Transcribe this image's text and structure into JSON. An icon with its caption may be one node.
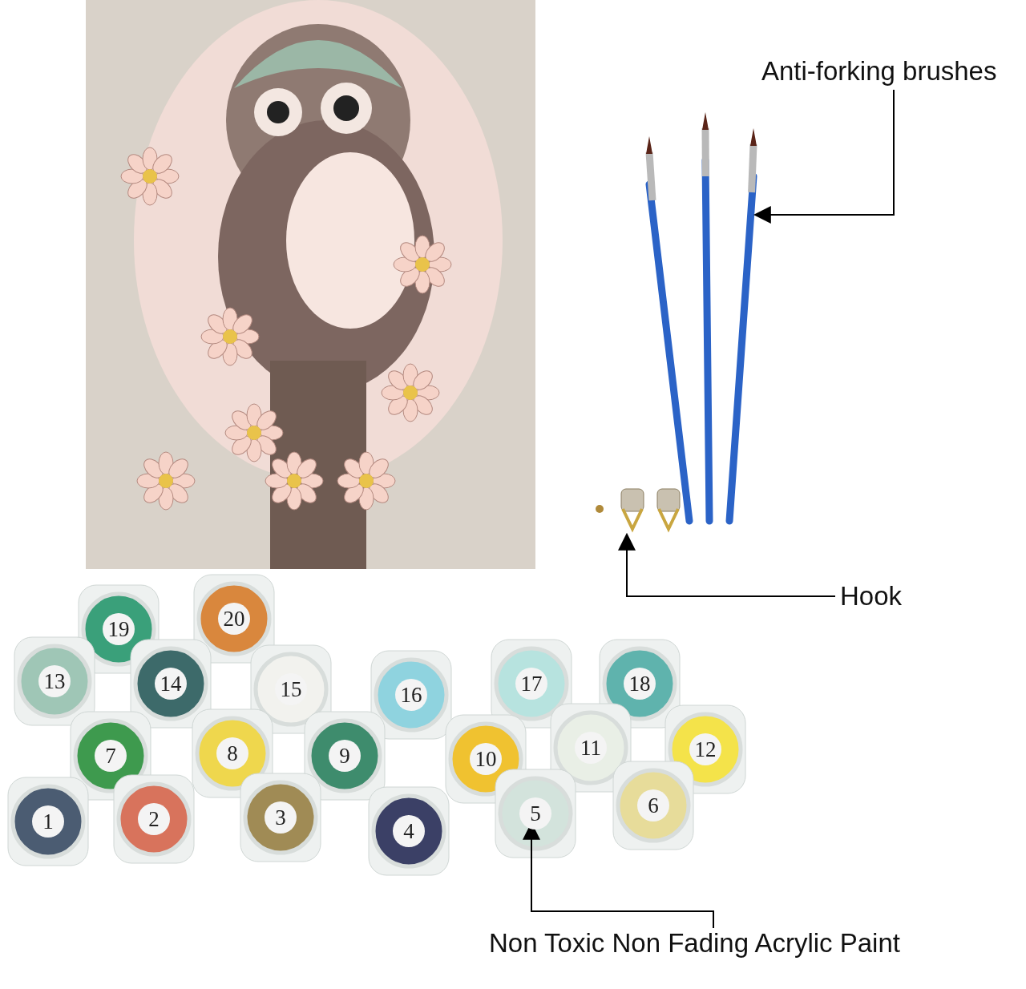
{
  "diagram": {
    "nodes": [
      {
        "text": [
          "Anti-forking brushes"
        ]
      },
      {
        "text": [],
        "shape": "picture"
      },
      {
        "text": [
          "Hook"
        ]
      },
      {
        "text": [],
        "shape": "picture"
      },
      {
        "text": [
          "Non Toxic Non Fading Acrylic Paint"
        ]
      },
      {
        "text": [],
        "shape": "picture"
      }
    ],
    "edges": [
      {
        "from": 0,
        "to": 1,
        "arrow": "to"
      },
      {
        "from": 2,
        "to": 3,
        "arrow": "to"
      },
      {
        "from": 4,
        "to": 5,
        "arrow": "to"
      }
    ],
    "labels": [
      "19",
      "20",
      "13",
      "14",
      "15",
      "16",
      "17",
      "18",
      "7",
      "8",
      "9",
      "10",
      "11",
      "12",
      "1",
      "2",
      "3",
      "4",
      "5",
      "6"
    ]
  }
}
